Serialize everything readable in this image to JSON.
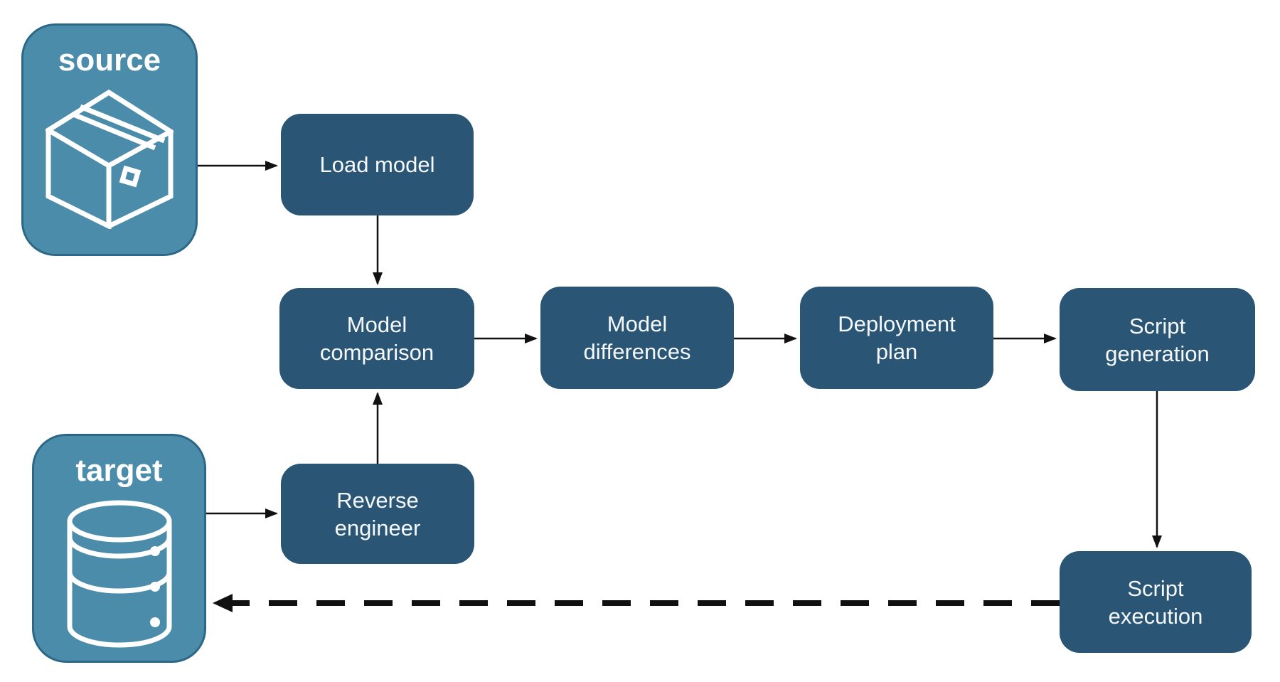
{
  "diagram": {
    "resources": {
      "source": {
        "label": "source",
        "icon": "package-icon"
      },
      "target": {
        "label": "target",
        "icon": "database-icon"
      }
    },
    "nodes": {
      "load_model": {
        "label": "Load model"
      },
      "model_comparison": {
        "label": "Model comparison"
      },
      "model_differences": {
        "label": "Model differences"
      },
      "deployment_plan": {
        "label": "Deployment plan"
      },
      "script_generation": {
        "label": "Script generation"
      },
      "reverse_engineer": {
        "label": "Reverse engineer"
      },
      "script_execution": {
        "label": "Script execution"
      }
    },
    "edges": [
      {
        "from": "source",
        "to": "load_model",
        "style": "solid"
      },
      {
        "from": "load_model",
        "to": "model_comparison",
        "style": "solid"
      },
      {
        "from": "model_comparison",
        "to": "model_differences",
        "style": "solid"
      },
      {
        "from": "model_differences",
        "to": "deployment_plan",
        "style": "solid"
      },
      {
        "from": "deployment_plan",
        "to": "script_generation",
        "style": "solid"
      },
      {
        "from": "script_generation",
        "to": "script_execution",
        "style": "solid"
      },
      {
        "from": "target",
        "to": "reverse_engineer",
        "style": "solid"
      },
      {
        "from": "reverse_engineer",
        "to": "model_comparison",
        "style": "solid"
      },
      {
        "from": "script_execution",
        "to": "target",
        "style": "dashed"
      }
    ],
    "colors": {
      "node_fill": "#2B5574",
      "node_text": "#F5F8FA",
      "resource_fill": "#4A8CA9",
      "resource_border": "#2D6787",
      "resource_text": "#FFFFFF",
      "arrow": "#111111",
      "background": "#FFFFFF"
    }
  }
}
